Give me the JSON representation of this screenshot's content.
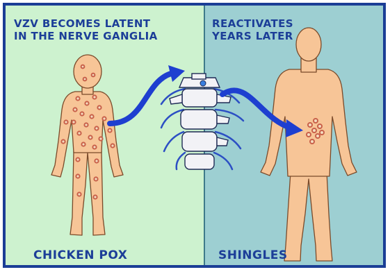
{
  "left_panel": {
    "heading": "VZV BECOMES LATENT\nIN THE NERVE GANGLIA",
    "caption": "CHICKEN POX"
  },
  "right_panel": {
    "heading": "REACTIVATES\nYEARS LATER",
    "caption": "SHINGLES"
  },
  "colors": {
    "border": "#1b3e96",
    "left_background": "#cdf2cf",
    "right_background": "#9dcfd2",
    "text": "#1c3e98",
    "skin": "#f7c597",
    "lesion": "#c8604a",
    "arrow": "#1e3fd0",
    "spine": "#f2f2f6"
  },
  "icons": [
    "child-figure",
    "adult-figure",
    "spinal-column",
    "ganglia-arrow",
    "reactivation-arrow"
  ]
}
